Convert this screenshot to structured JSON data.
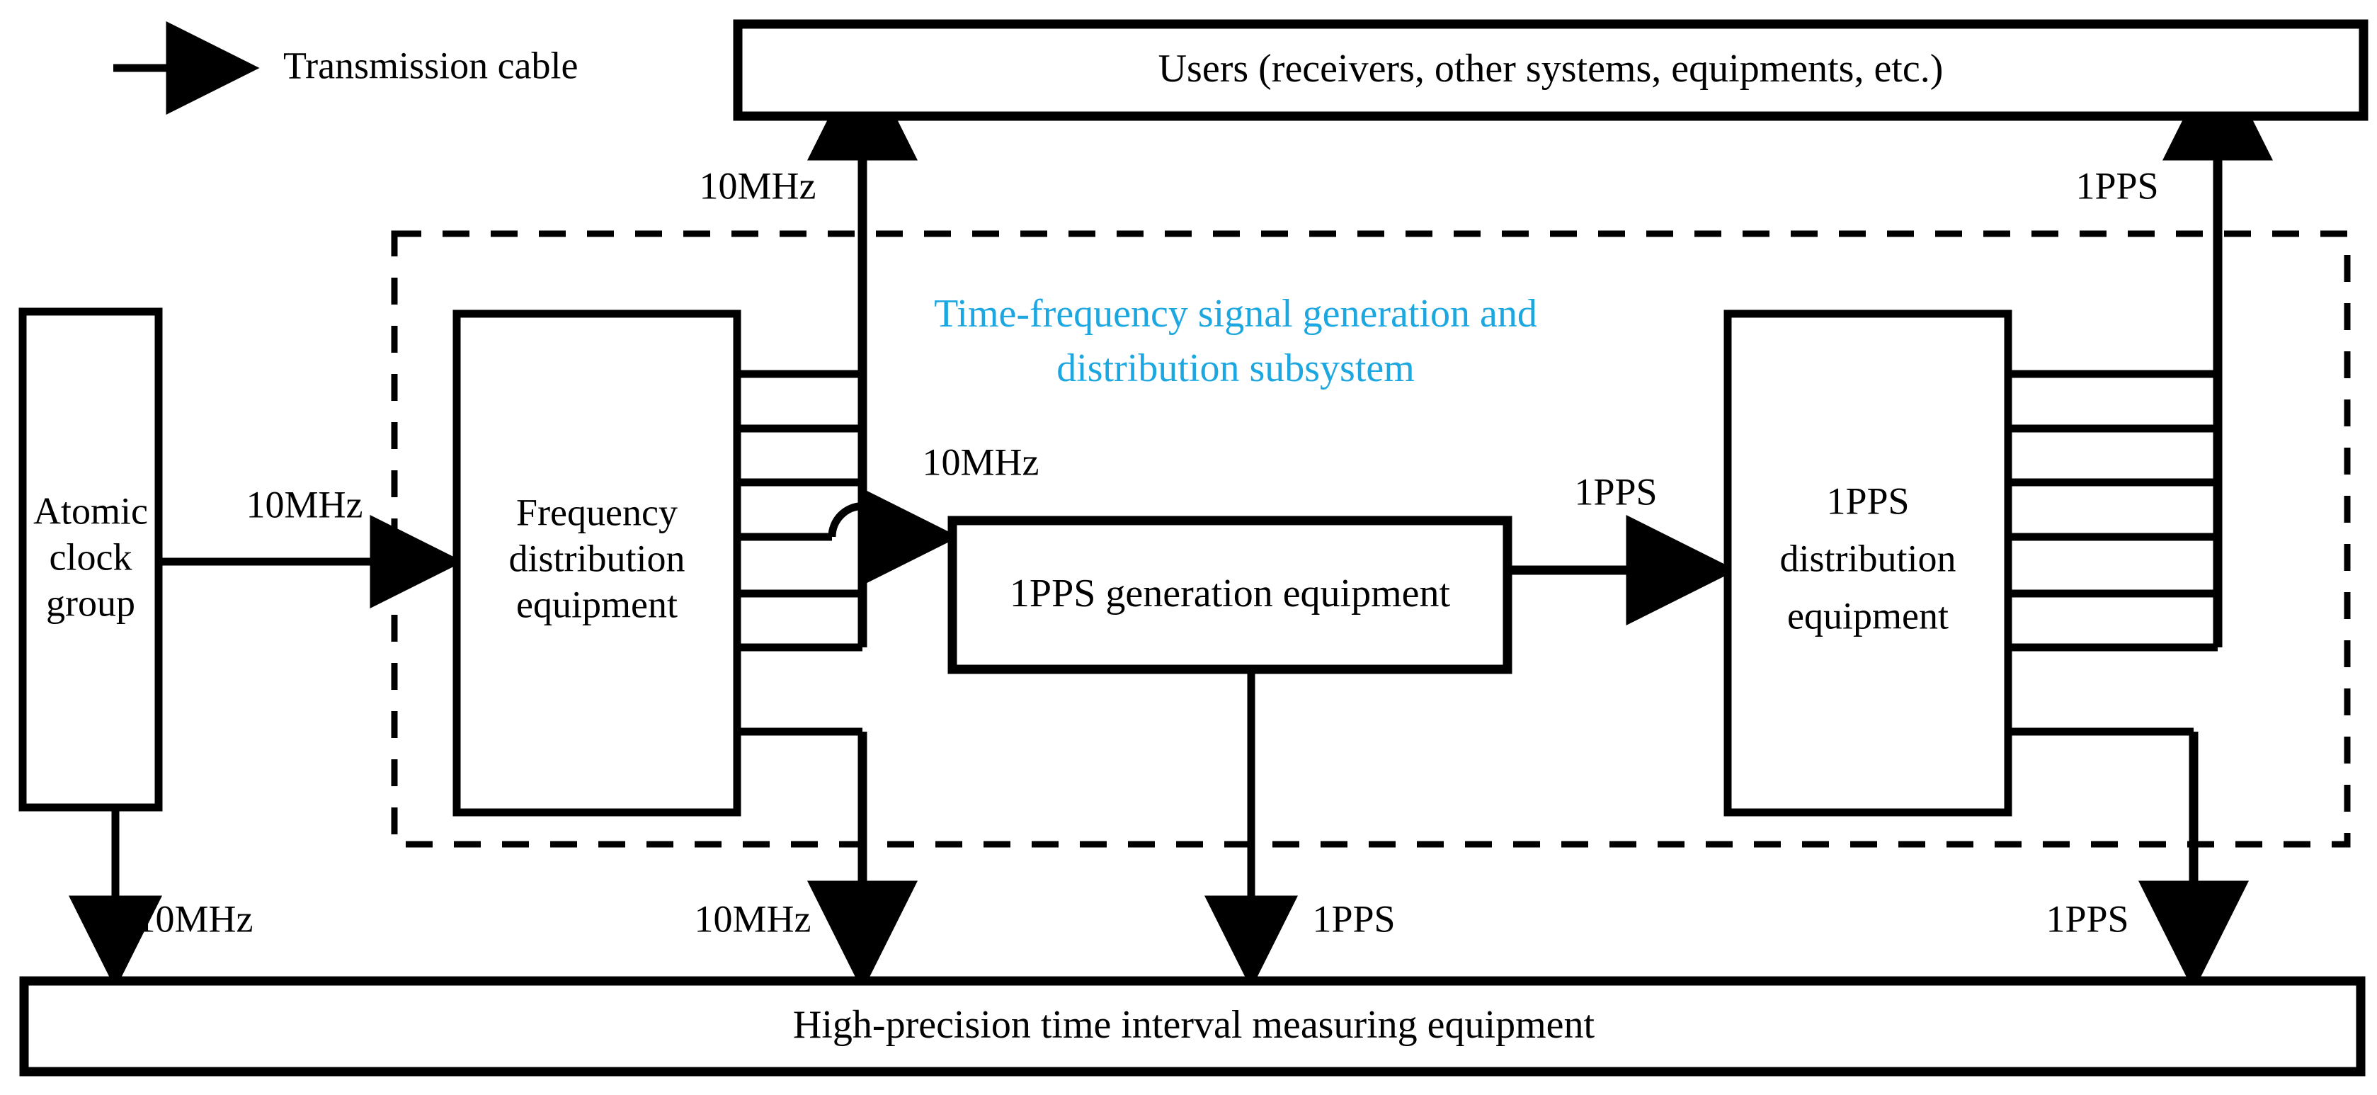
{
  "diagram": {
    "title_color": "#1CA7E0",
    "line_color": "#000000",
    "background": "#ffffff",
    "legend": {
      "arrow_icon": "arrow-right-icon",
      "label": "Transmission cable"
    },
    "subsystem_boundary": {
      "style": "dashed",
      "label_line1": "Time-frequency signal generation and",
      "label_line2": "distribution subsystem"
    },
    "boxes": {
      "users": "Users (receivers, other systems, equipments, etc.)",
      "atomic_clock": [
        "Atomic",
        "clock",
        "group"
      ],
      "frequency_distribution": [
        "Frequency",
        "distribution",
        "equipment"
      ],
      "pps_generation": "1PPS generation equipment",
      "pps_distribution": [
        "1PPS",
        "distribution",
        "equipment"
      ],
      "measuring": "High-precision time interval measuring equipment"
    },
    "signal_labels": {
      "clock_to_freq": "10MHz",
      "freq_bus_to_users": "10MHz",
      "freq_to_gen": "10MHz",
      "gen_to_dist": "1PPS",
      "pps_bus_to_users": "1PPS",
      "clock_to_meas": "10MHz",
      "freq_bus_to_meas": "10MHz",
      "gen_to_meas": "1PPS",
      "pps_bus_to_meas": "1PPS"
    }
  }
}
